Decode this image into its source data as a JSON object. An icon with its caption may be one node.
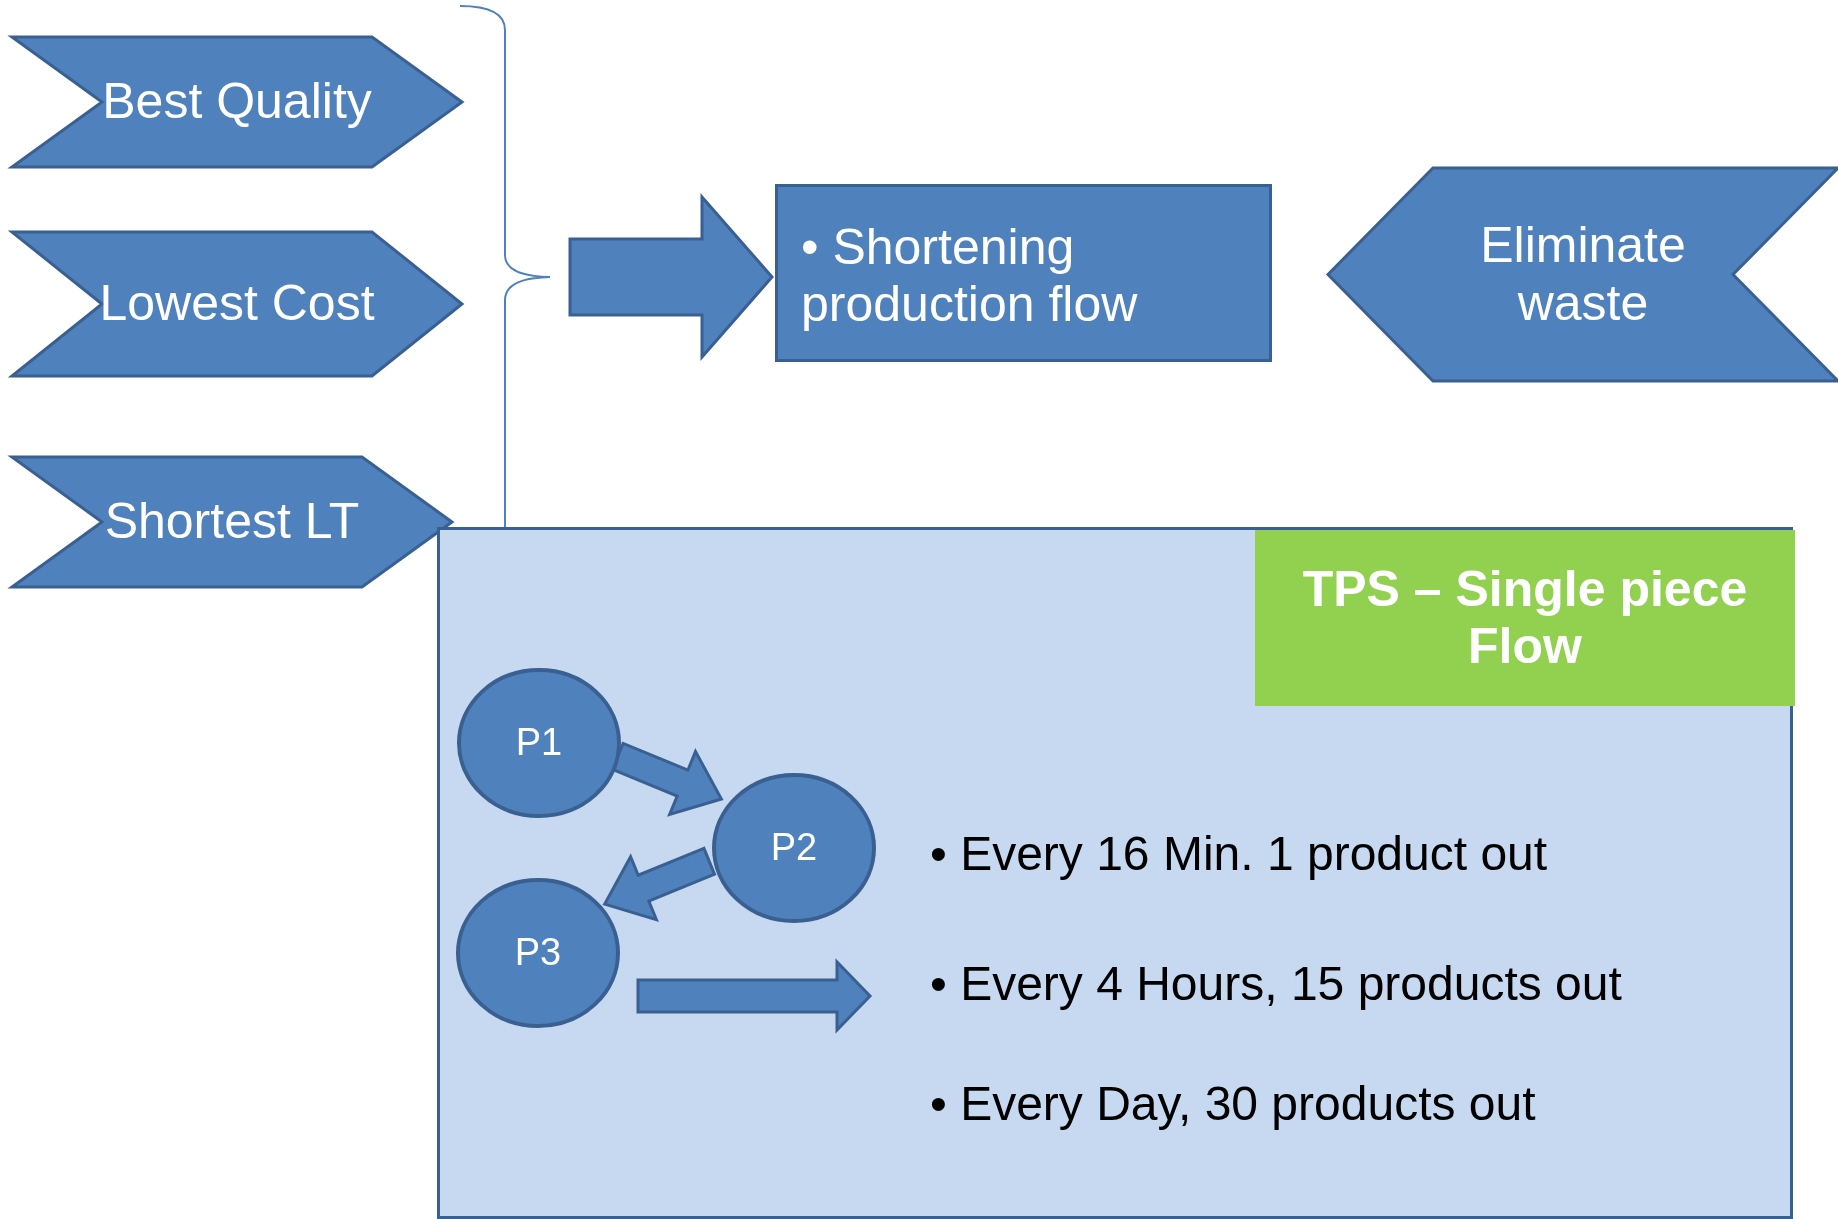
{
  "diagram": {
    "nodes": [
      {
        "text": [
          "Best Quality"
        ]
      },
      {
        "text": [
          "Lowest Cost"
        ]
      },
      {
        "text": [
          "Shortest LT"
        ]
      },
      {
        "text": [
          "• Shortening production flow"
        ]
      },
      {
        "text": [
          "Eliminate waste"
        ]
      },
      {
        "text": [
          "• Every 16 Min. 1 product out",
          "• Every 4 Hours, 15 products out",
          "• Every Day, 30 products out"
        ]
      },
      {
        "text": [
          "TPS – Single piece Flow"
        ],
        "in": 5
      },
      {
        "text": [
          "P1"
        ],
        "in": 5
      },
      {
        "text": [
          "P2"
        ],
        "in": 5
      },
      {
        "text": [
          "P3"
        ],
        "in": 5
      }
    ],
    "edges": [
      {
        "from": 0,
        "to": 3,
        "arrow": "to"
      },
      {
        "from": 1,
        "to": 3,
        "arrow": "to"
      },
      {
        "from": 2,
        "to": 3,
        "arrow": "to"
      },
      {
        "from": 7,
        "to": 8,
        "arrow": "to"
      },
      {
        "from": 8,
        "to": 9,
        "arrow": "to"
      },
      {
        "from": 9,
        "to": null,
        "arrow": "to"
      }
    ]
  }
}
